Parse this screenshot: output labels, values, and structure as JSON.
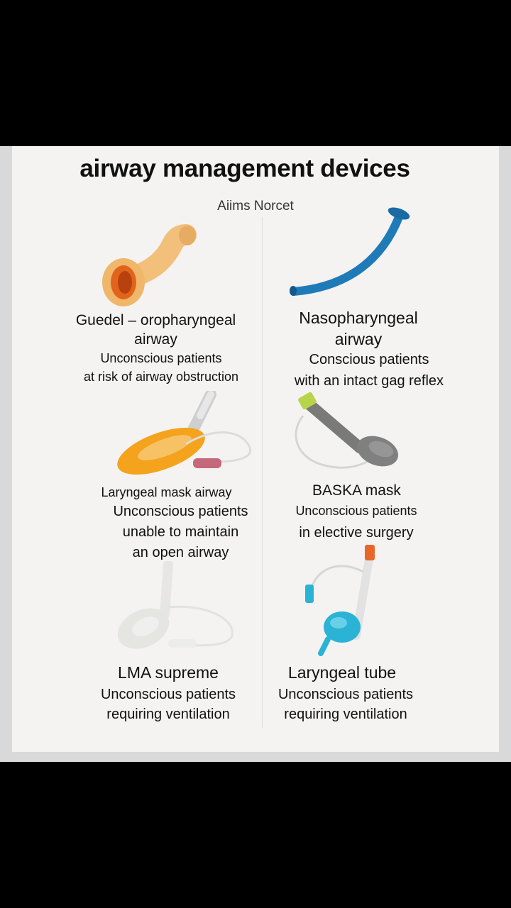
{
  "header": {
    "title": "airway management devices",
    "subtitle": "Aiims Norcet"
  },
  "devices": [
    {
      "name": "Guedel – oropharyngeal airway",
      "desc_line1": "Unconscious patients",
      "desc_line2": "at risk of airway obstruction",
      "icon": "guedel-airway-icon"
    },
    {
      "name": "Nasopharyngeal airway",
      "desc_line1": "Conscious patients",
      "desc_line2": "with an intact gag reflex",
      "icon": "nasopharyngeal-airway-icon"
    },
    {
      "name": "Laryngeal mask airway",
      "desc_line1": "Unconscious patients",
      "desc_line2": "unable to maintain",
      "desc_line3": "an open airway",
      "icon": "laryngeal-mask-airway-icon"
    },
    {
      "name": "BASKA mask",
      "desc_line1": "Unconscious patients",
      "desc_line2": "in elective surgery",
      "icon": "baska-mask-icon"
    },
    {
      "name": "LMA supreme",
      "desc_line1": "Unconscious patients",
      "desc_line2": "requiring ventilation",
      "icon": "lma-supreme-icon"
    },
    {
      "name": "Laryngeal tube",
      "desc_line1": "Unconscious patients",
      "desc_line2": "requiring ventilation",
      "icon": "laryngeal-tube-icon"
    }
  ],
  "colors": {
    "guedel": "#f2c07a",
    "nasopharyngeal": "#1f7ab8",
    "lma": "#f5a21d",
    "baska": "#7a7a78",
    "laryngeal_tube": "#2bb3d6"
  }
}
